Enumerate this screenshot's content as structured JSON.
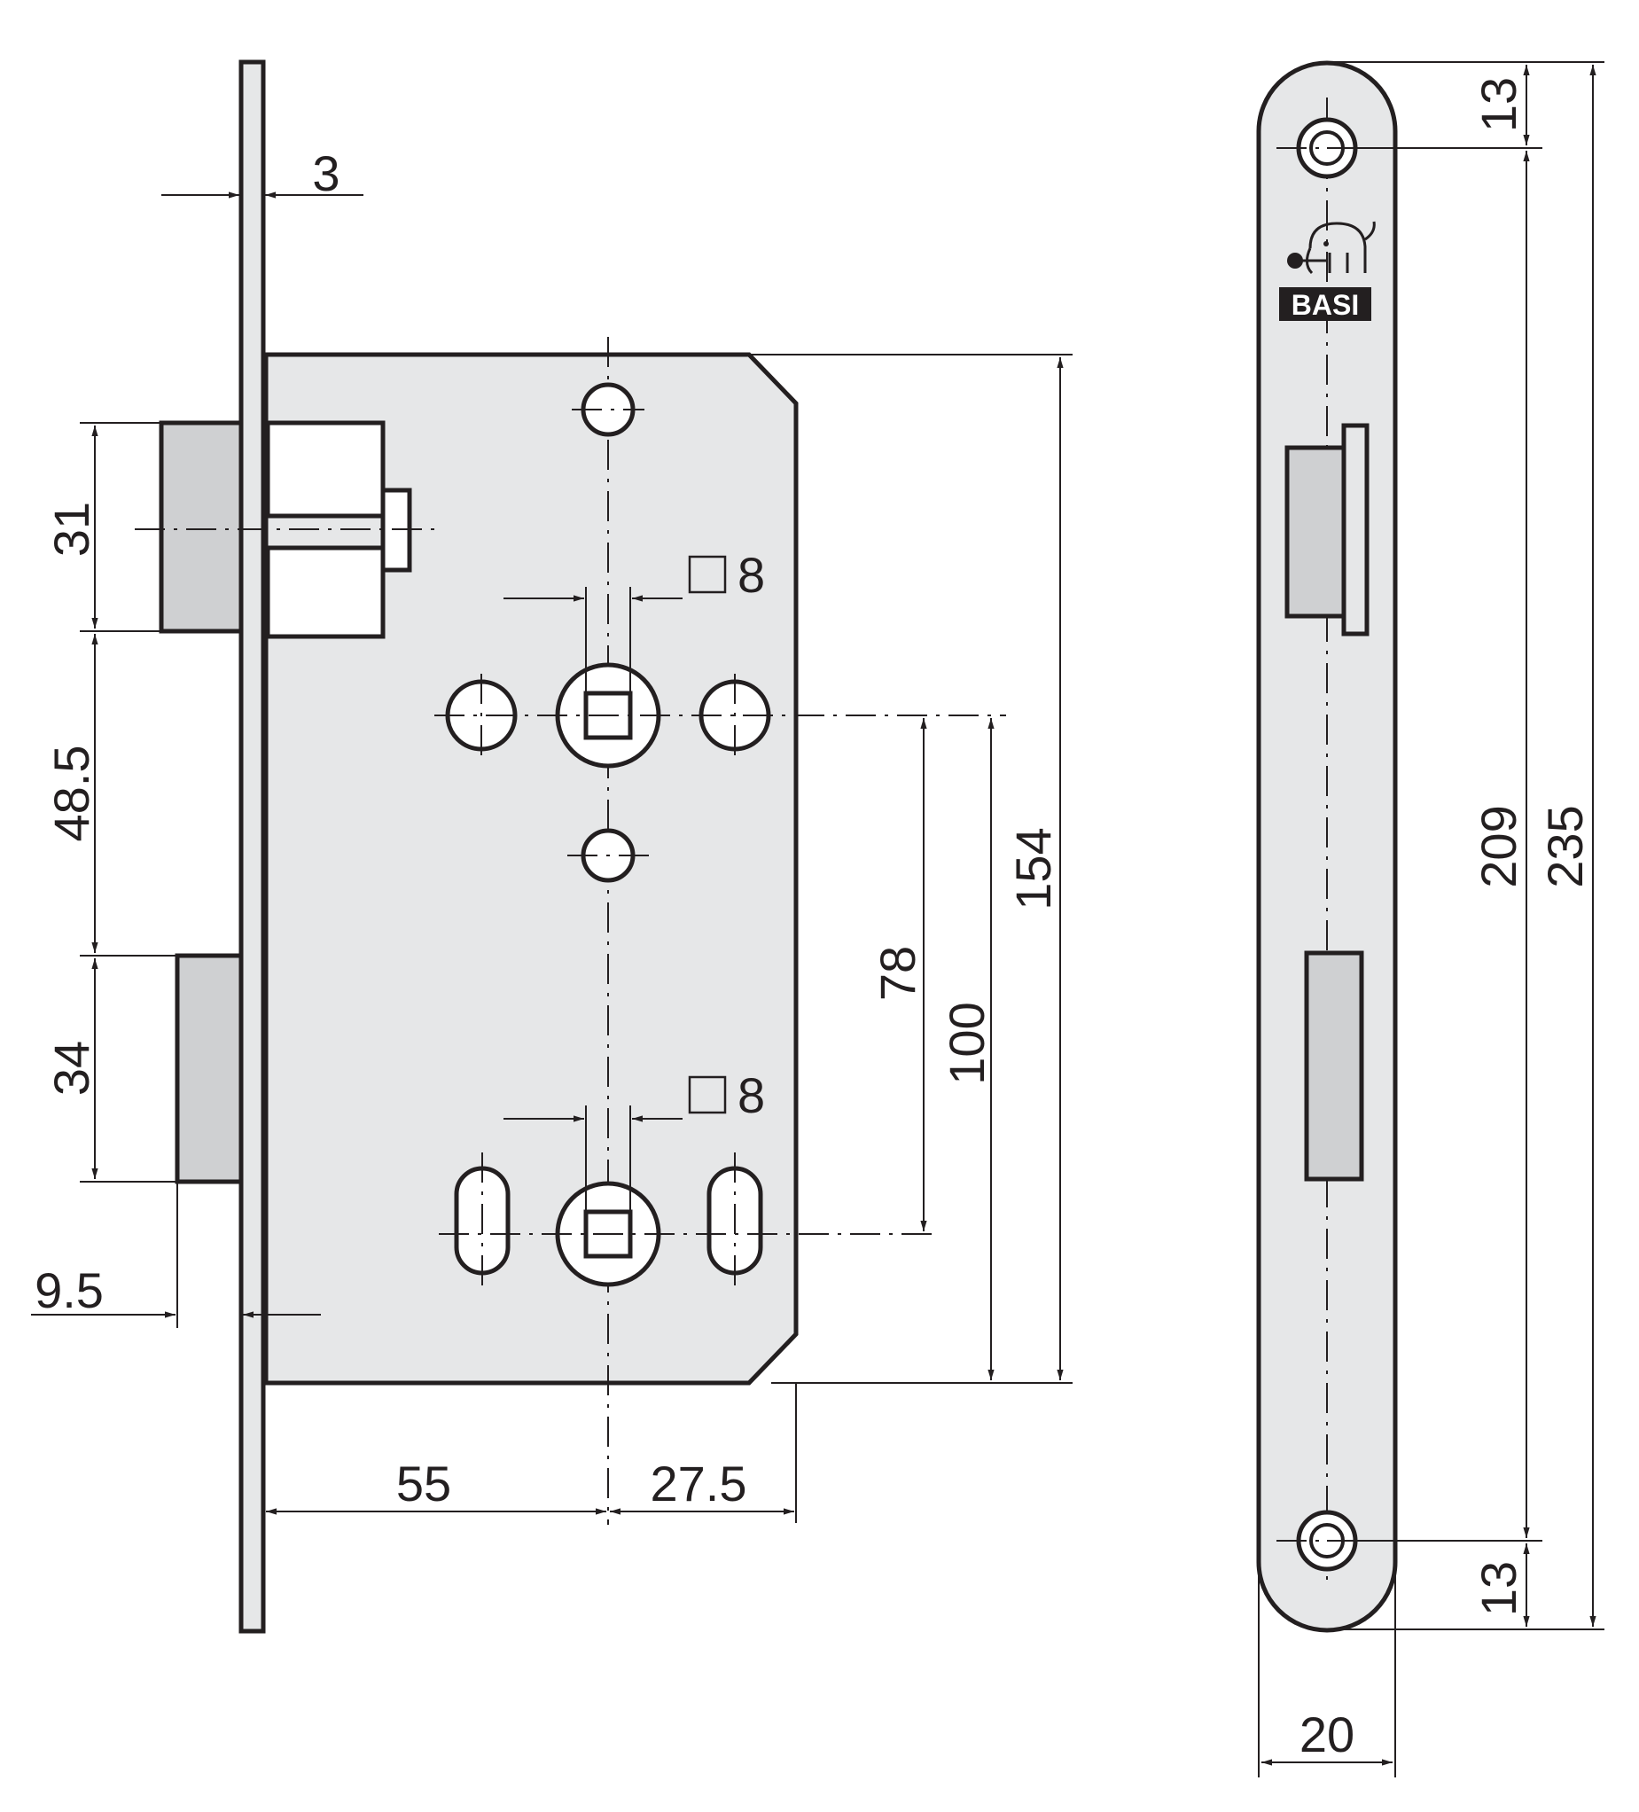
{
  "drawing": {
    "brand": {
      "logo": "elephant-key-icon",
      "name": "BASI"
    },
    "dimensions": {
      "faceplate_thickness": "3",
      "latch_height": "31",
      "latch_to_bolt_gap": "48.5",
      "bolt_height": "34",
      "bolt_throw": "9.5",
      "backset": "55",
      "case_offset": "27.5",
      "spindle_square_top": "8",
      "spindle_square_bottom": "8",
      "lever_to_turn_distance": "78",
      "lever_to_case_bottom": "100",
      "case_height": "154",
      "faceplate_top_hole": "13",
      "faceplate_bottom_hole": "13",
      "faceplate_hole_spacing": "209",
      "faceplate_length": "235",
      "faceplate_width": "20"
    },
    "colors": {
      "line": "#231f20",
      "body_fill": "#e6e7e8",
      "bolt_fill": "#cfd0d2"
    }
  }
}
